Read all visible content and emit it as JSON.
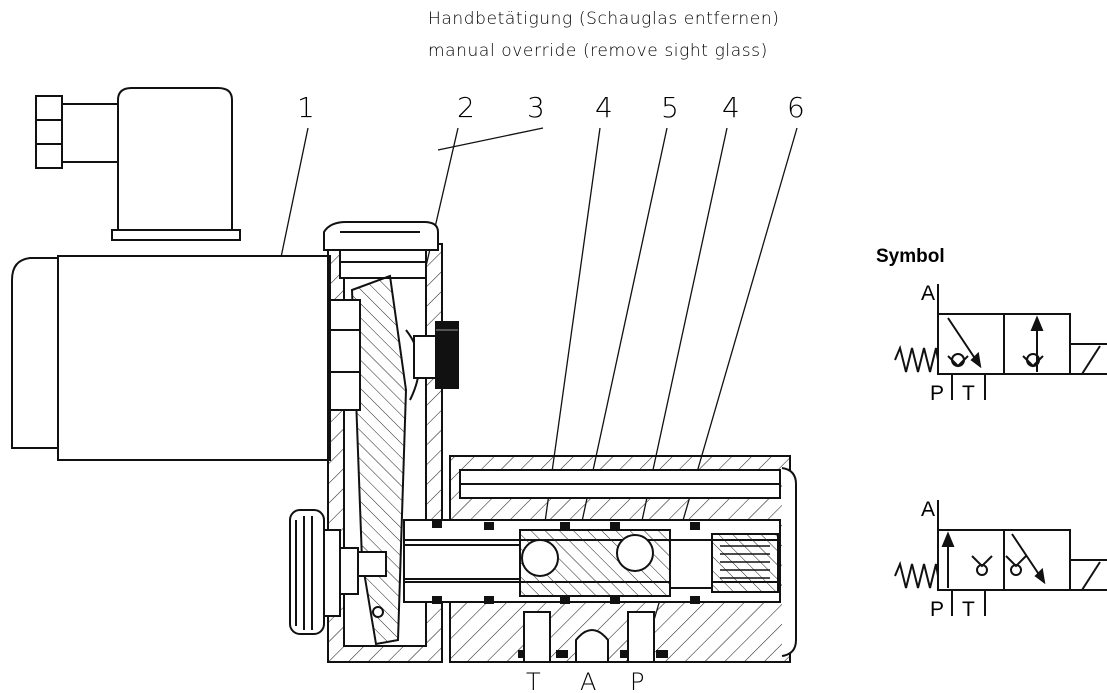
{
  "annotation": {
    "line_de": "Handbetätigung (Schauglas entfernen)",
    "line_en": "manual override (remove sight glass)"
  },
  "callouts": [
    "1",
    "2",
    "3",
    "4",
    "5",
    "4",
    "6"
  ],
  "ports": [
    "T",
    "A",
    "P"
  ],
  "symbol": {
    "title": "Symbol",
    "top": {
      "a": "A",
      "p": "P",
      "t": "T"
    },
    "bottom": {
      "a": "A",
      "p": "P",
      "t": "T"
    }
  }
}
